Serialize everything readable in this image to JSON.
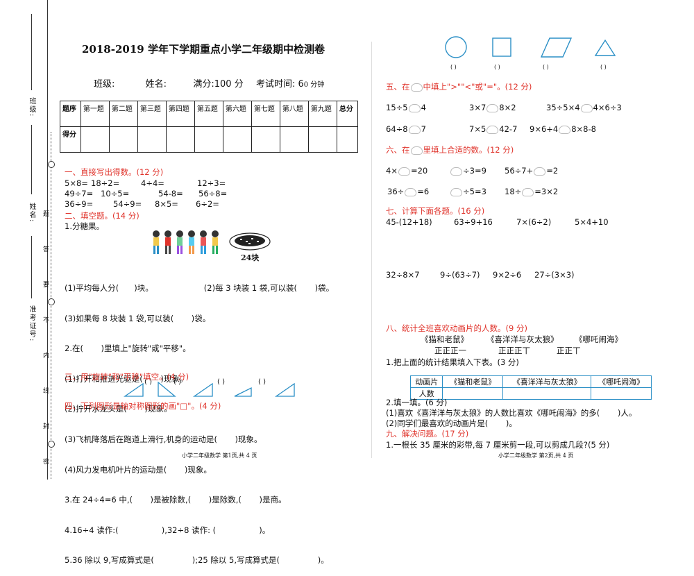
{
  "margin": {
    "class_label": "班级:",
    "name_label": "姓名:",
    "id_label": "准考证号:",
    "seal_chars": [
      "题",
      "答",
      "要",
      "不",
      "内",
      "线",
      "封",
      "密"
    ]
  },
  "header": {
    "title": "2018-2019 学年下学期重点小学二年级期中检测卷",
    "class_field": "班级:",
    "name_field": "姓名:",
    "full_score": "满分:100 分",
    "exam_time_prefix": "考试时间: 6",
    "exam_time_suffix": "0 分钟"
  },
  "score_table": {
    "row1": [
      "题序",
      "第一题",
      "第二题",
      "第三题",
      "第四题",
      "第五题",
      "第六题",
      "第七题",
      "第八题",
      "第九题",
      "总分"
    ],
    "row2_label": "得分"
  },
  "sec1": {
    "title": "一、直接写出得数。(12 分)",
    "rows": [
      [
        "5×8=",
        "18÷2=",
        "4÷4=",
        "12÷3="
      ],
      [
        "49÷7=",
        "10÷5=",
        "54-8=",
        "56÷8="
      ],
      [
        "36÷9=",
        "54÷9=",
        "8×5=",
        "6÷2="
      ]
    ]
  },
  "sec2": {
    "title": "二、填空题。(14 分)",
    "q1": "1.分糖果。",
    "candy_label": "24块",
    "lines": [
      "(1)平均每人分(      )块。                    (2)每 3 块装 1 袋,可以装(       )袋。",
      "(3)如果每 8 块装 1 袋,可以装(       )袋。",
      "2.在(       )里填上\"旋转\"或\"平移\"。",
      "(1)打开和推进光驱是(       )现象。",
      "(2)拧开水龙头是(       )现象。",
      "(3)飞机降落后在跑道上滑行,机身的运动是(       )现象。",
      "(4)风力发电机叶片的运动是(       )现象。",
      "3.在 24÷4=6 中,(       )是被除数,(       )是除数,(       )是商。",
      "4.16÷4 读作:(                 ),32÷8 读作: (                 )。",
      "5.36 除以 9,写成算式是(               );25 除以 5,写成算式是(               )。"
    ]
  },
  "sec3": {
    "title": "三、用\"旋转\"和\"平移\"填空。(4 分)",
    "blanks": [
      "(    )",
      "(    )",
      "(    )",
      "(    )"
    ]
  },
  "sec4": {
    "title": "四、下列图形是轴对称图形的画\"□\"。(4 分)",
    "shape_blanks": [
      "(    )",
      "(    )",
      "(    )",
      "(    )"
    ]
  },
  "sec5": {
    "title_a": "五、在",
    "title_b": "中填上\">\"\"<\"或\"=\"。(12 分)",
    "rows": [
      [
        [
          "15÷5",
          "4"
        ],
        [
          "3×7",
          "8×2"
        ],
        [
          "35÷5×4",
          "4×6÷3"
        ]
      ],
      [
        [
          "64÷8",
          "7"
        ],
        [
          "7×5",
          "42-7"
        ],
        [
          "9×6+4",
          "8×8-8"
        ]
      ]
    ]
  },
  "sec6": {
    "title_a": "六、在",
    "title_b": "里填上合适的数。(12 分)",
    "rows": [
      [
        [
          "4×",
          "=20"
        ],
        [
          "",
          "÷3=9"
        ],
        [
          "56÷7+",
          "=2"
        ]
      ],
      [
        [
          "36÷",
          "=6"
        ],
        [
          "",
          "÷5=3"
        ],
        [
          "18÷",
          "=3×2"
        ]
      ]
    ]
  },
  "sec7": {
    "title": "七、计算下面各题。(16 分)",
    "row1": [
      "45-(12+18)",
      "63÷9+16",
      "7×(6÷2)",
      "5×4+10"
    ],
    "row2": [
      "32÷8×7",
      "9÷(63÷7)",
      "9×2÷6",
      "27÷(3×3)"
    ]
  },
  "sec8": {
    "title": "八、统计全班喜欢动画片的人数。(9 分)",
    "shows": [
      "《猫和老鼠》",
      "《喜洋洋与灰太狼》",
      "《哪吒闹海》"
    ],
    "tallies": [
      "正正正一",
      "正正正丅",
      "正正丅"
    ],
    "q1": "1.把上面的统计结果填入下表。(3 分)",
    "table_row1": [
      "动画片",
      "《猫和老鼠》",
      "《喜洋洋与灰太狼》",
      "《哪吒闹海》"
    ],
    "table_row2_label": "人数",
    "q2": "2.填一填。(6 分)",
    "q2a": "(1)喜欢《喜洋洋与灰太狼》的人数比喜欢《哪吒闹海》的多(       )人。",
    "q2b": "(2)同学们最喜欢的动画片是(       )。"
  },
  "sec9": {
    "title": "九、解决问题。(17 分)",
    "q1": "1.一根长 35 厘米的彩带,每 7 厘米剪一段,可以剪成几段?(5 分)"
  },
  "footer": {
    "left": "小学二年级数学    第1页,共 4 页",
    "right": "小学二年级数学  第2页,共 4 页"
  },
  "colors": {
    "section_title": "#e0342c",
    "table_border": "#2a8fc6",
    "shape_stroke": "#2a8fc6"
  }
}
